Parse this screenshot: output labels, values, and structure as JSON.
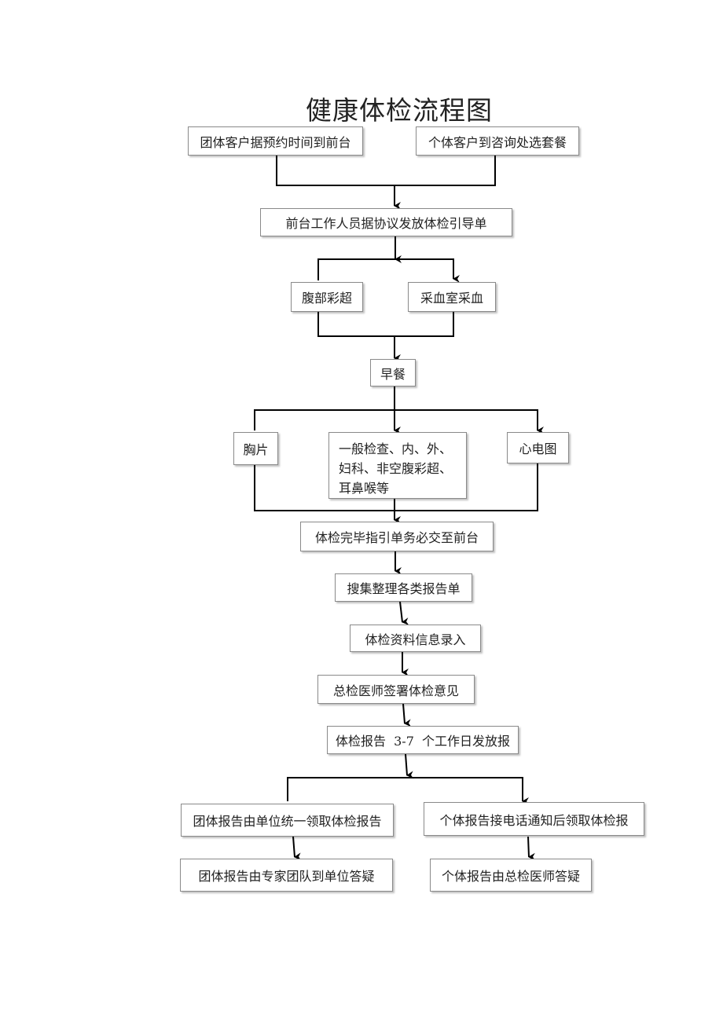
{
  "title": "健康体检流程图",
  "nodes": {
    "group_arrival": "团体客户据预约时间到前台",
    "individual_arrival": "个体客户到咨询处选套餐",
    "reception_issue": "前台工作人员据协议发放体检引导单",
    "abdomen_ultrasound": "腹部彩超",
    "blood_draw": "采血室采血",
    "breakfast": "早餐",
    "chest_xray": "胸片",
    "general_exam": [
      "一般检查、内、外、",
      "妇科、非空腹彩超、",
      "耳鼻喉等"
    ],
    "ecg": "心电图",
    "submit_form": "体检完毕指引单务必交至前台",
    "collect_reports": "搜集整理各类报告单",
    "data_entry": "体检资料信息录入",
    "doctor_sign": "总检医师签署体检意见",
    "report_issue": "体检报告  3-7  个工作日发放报",
    "group_pickup": "团体报告由单位统一领取体检报告",
    "individual_pickup": "个体报告接电话通知后领取体检报",
    "group_qa": "团体报告由专家团队到单位答疑",
    "individual_qa": "个体报告由总检医师答疑"
  }
}
